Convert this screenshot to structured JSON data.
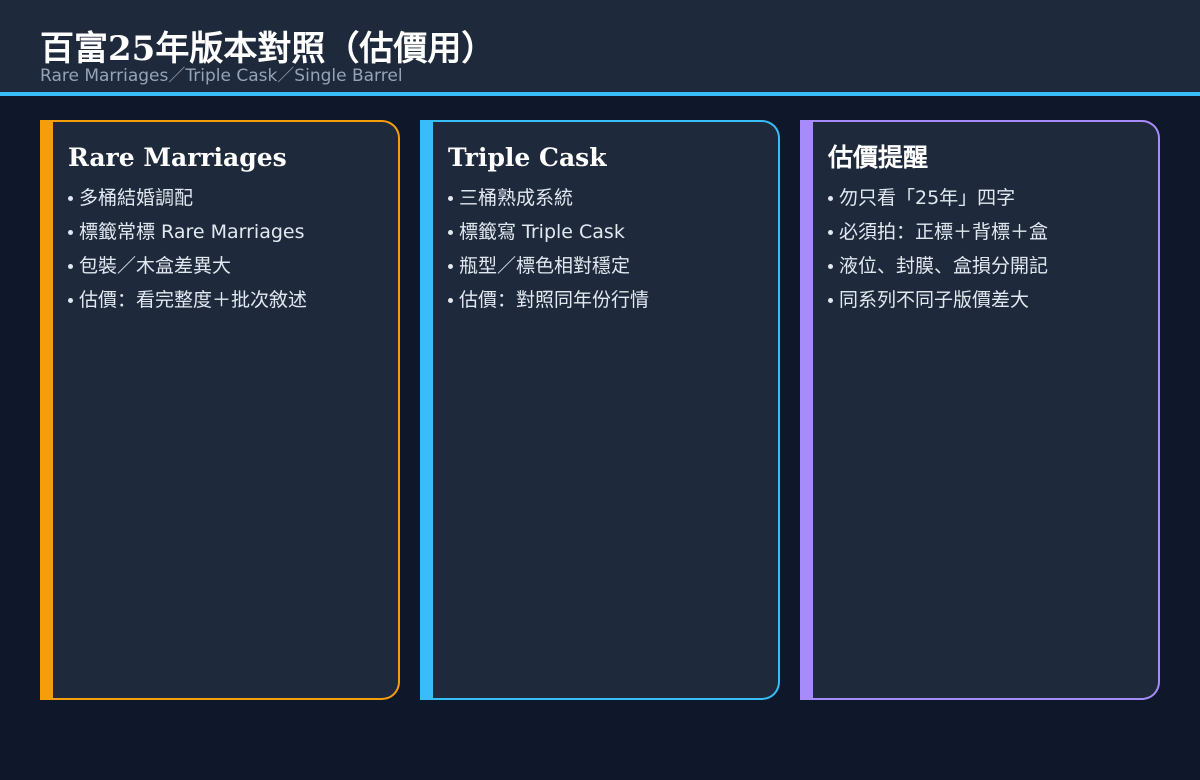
{
  "header": {
    "title": "百富25年版本對照（估價用）",
    "subtitle": "Rare Marriages／Triple Cask／Single Barrel"
  },
  "colors": {
    "background": "#0f172a",
    "panel": "#1e293b",
    "header_rule": "#38bdf8",
    "card_accents": [
      "#f59e0b",
      "#38bdf8",
      "#a78bfa"
    ]
  },
  "cards": [
    {
      "title": "Rare Marriages",
      "items": [
        "多桶結婚調配",
        "標籤常標 Rare Marriages",
        "包裝／木盒差異大",
        "估價：看完整度＋批次敘述"
      ]
    },
    {
      "title": "Triple Cask",
      "items": [
        "三桶熟成系統",
        "標籤寫 Triple Cask",
        "瓶型／標色相對穩定",
        "估價：對照同年份行情"
      ]
    },
    {
      "title": "估價提醒",
      "items": [
        "勿只看「25年」四字",
        "必須拍：正標＋背標＋盒",
        "液位、封膜、盒損分開記",
        "同系列不同子版價差大"
      ]
    }
  ]
}
